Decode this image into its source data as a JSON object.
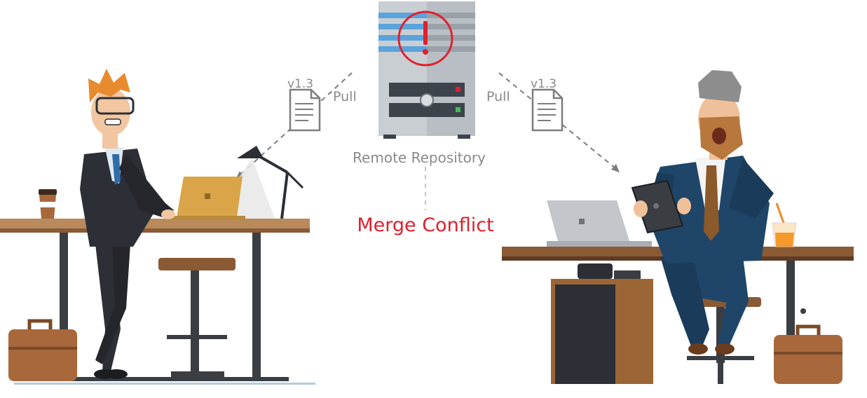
{
  "server": {
    "label": "Remote Repository"
  },
  "status": {
    "label": "Merge Conflict"
  },
  "left_flow": {
    "version": "v1.3",
    "action": "Pull"
  },
  "right_flow": {
    "version": "v1.3",
    "action": "Pull"
  },
  "colors": {
    "conflict_red": "#e0202e",
    "server_grey": "#c9ced3",
    "server_stripe": "#5aa3dc",
    "label_grey": "#8a8a8a",
    "desk_wood": "#8a5a35",
    "suit_dark": "#2d2f36",
    "suit_blue": "#1f4668",
    "briefcase": "#a8683c"
  },
  "icons": [
    "server-icon",
    "alert-icon",
    "document-icon",
    "laptop-icon",
    "tablet-icon",
    "coffee-cup-icon",
    "briefcase-icon",
    "desk-lamp-icon",
    "stool-icon",
    "drink-cup-icon"
  ]
}
